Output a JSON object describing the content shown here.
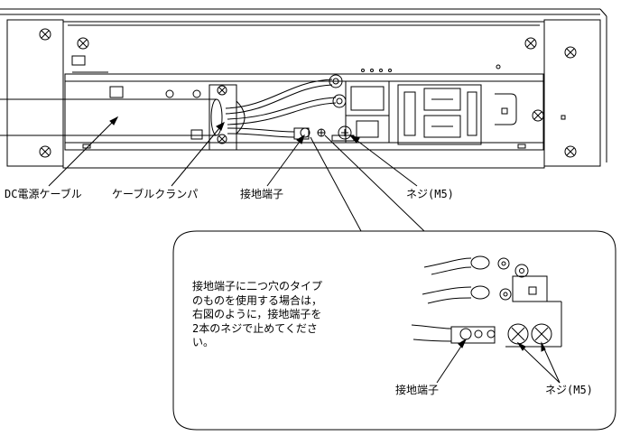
{
  "labels": {
    "dc_cable": "DC電源ケーブル",
    "cable_clamper": "ケーブルクランパ",
    "ground_terminal": "接地端子",
    "screw_m5": "ネジ(M5)",
    "detail_ground_terminal": "接地端子",
    "detail_screw_m5": "ネジ(M5)"
  },
  "note": {
    "lines": [
      "接地端子に二つ穴のタイプ",
      "のものを使用する場合は，",
      "右図のように，接地端子を",
      "2本のネジで止めてくださ",
      "い。"
    ]
  }
}
